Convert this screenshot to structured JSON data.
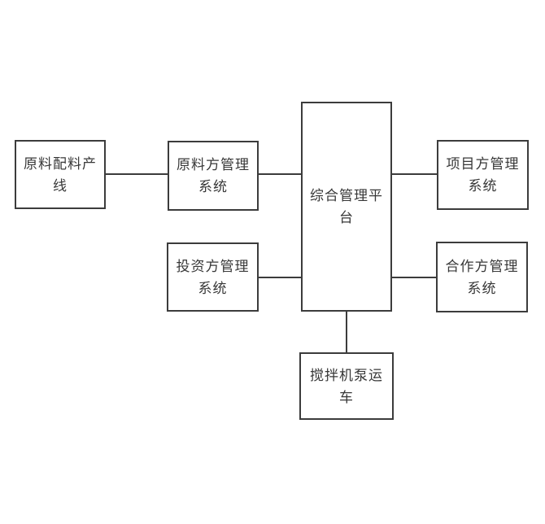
{
  "diagram": {
    "type": "block-diagram",
    "background_color": "#ffffff",
    "line_color": "#3c3c3c",
    "text_color": "#383838",
    "nodes": [
      {
        "id": "raw-material-line",
        "label": "原料配料产线"
      },
      {
        "id": "raw-material-system",
        "label": "原料方管理系统"
      },
      {
        "id": "platform",
        "label": "综合管理平台"
      },
      {
        "id": "project-system",
        "label": "项目方管理系统"
      },
      {
        "id": "investor-system",
        "label": "投资方管理系统"
      },
      {
        "id": "partner-system",
        "label": "合作方管理系统"
      },
      {
        "id": "mixer-pump-truck",
        "label": "搅拌机泵运车"
      }
    ],
    "edges": [
      {
        "from": "raw-material-line",
        "to": "raw-material-system"
      },
      {
        "from": "raw-material-system",
        "to": "platform"
      },
      {
        "from": "platform",
        "to": "project-system"
      },
      {
        "from": "investor-system",
        "to": "platform"
      },
      {
        "from": "platform",
        "to": "partner-system"
      },
      {
        "from": "platform",
        "to": "mixer-pump-truck"
      }
    ]
  }
}
